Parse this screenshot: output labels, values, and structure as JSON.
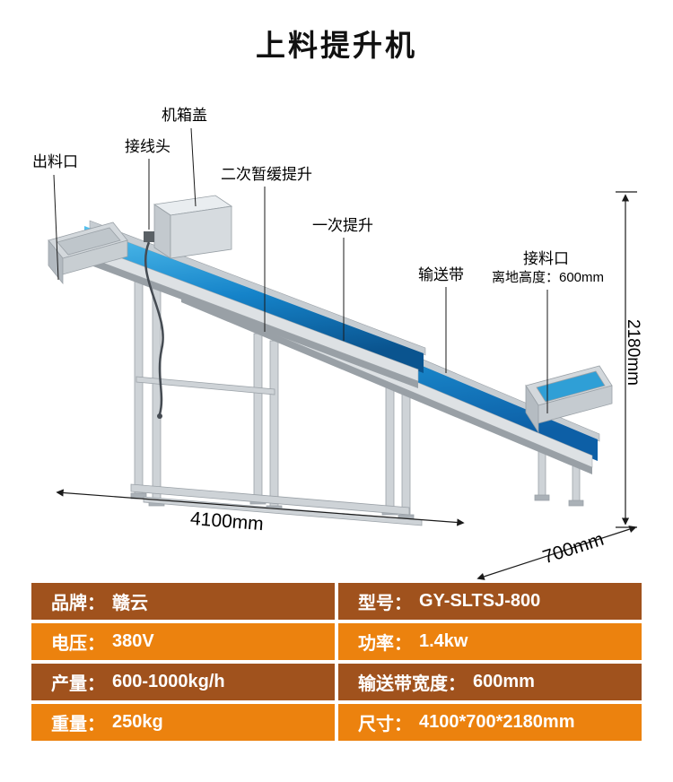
{
  "page": {
    "title": "上料提升机"
  },
  "diagram": {
    "labels": {
      "cabinet_cover": "机箱盖",
      "wire_connector": "接线头",
      "discharge_outlet": "出料口",
      "secondary_lift": "二次暂缓提升",
      "primary_lift": "一次提升",
      "conveyor_belt": "输送带",
      "feed_inlet": "接料口",
      "feed_inlet_height": "离地高度：600mm"
    },
    "dimensions": {
      "height": "2180mm",
      "length": "4100mm",
      "depth": "700mm"
    },
    "icon_names": {
      "machine": "inclined-conveyor-elevator-illustration"
    }
  },
  "specs": {
    "rows": [
      {
        "c1_label": "品牌：",
        "c1_value": "赣云",
        "c2_label": "型号：",
        "c2_value": "GY-SLTSJ-800"
      },
      {
        "c1_label": "电压：",
        "c1_value": "380V",
        "c2_label": "功率：",
        "c2_value": "1.4kw"
      },
      {
        "c1_label": "产量：",
        "c1_value": "600-1000kg/h",
        "c2_label": "输送带宽度：",
        "c2_value": "600mm"
      },
      {
        "c1_label": "重量：",
        "c1_value": "250kg",
        "c2_label": "尺寸：",
        "c2_value": "4100*700*2180mm"
      }
    ],
    "colors": {
      "row_dark": "#a0521d",
      "row_orange": "#ec820e",
      "text": "#ffffff"
    }
  },
  "colors": {
    "title": "#111111",
    "belt_blue": "#1b8fd2"
  }
}
